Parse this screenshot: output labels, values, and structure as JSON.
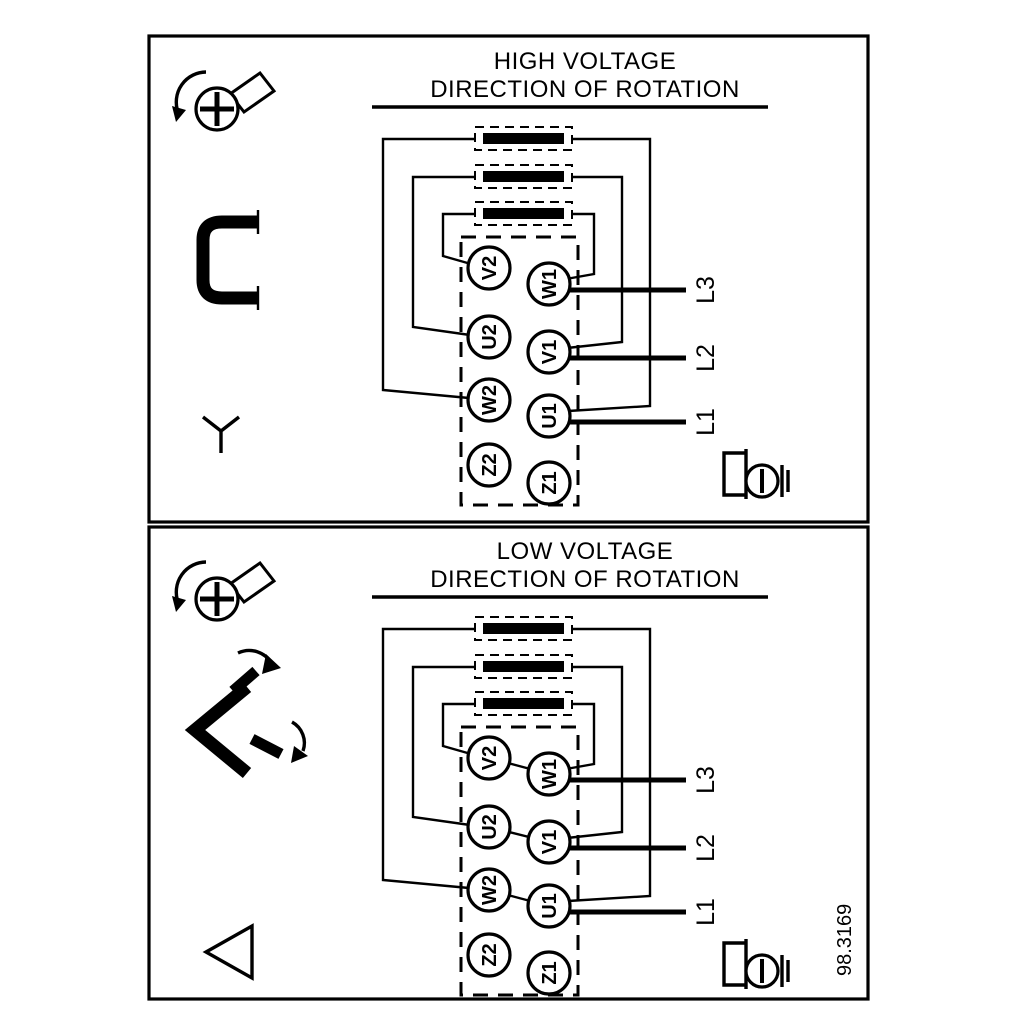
{
  "figure_number": "98.3169",
  "colors": {
    "ink": "#000000",
    "background": "#ffffff"
  },
  "panels": [
    {
      "title_line1": "HIGH VOLTAGE",
      "title_line2": "DIRECTION OF ROTATION",
      "connection_symbol": "star",
      "icons": [
        "screw-rotation-icon",
        "jumper-bracket-icon",
        "star-icon",
        "ground-terminal-icon"
      ],
      "jumper_bars": 3,
      "terminals": {
        "left": [
          "V2",
          "U2",
          "W2",
          "Z2"
        ],
        "right": [
          "W1",
          "V1",
          "U1",
          "Z1"
        ]
      },
      "supply_lines": [
        "L3",
        "L2",
        "L1"
      ]
    },
    {
      "title_line1": "LOW VOLTAGE",
      "title_line2": "DIRECTION OF ROTATION",
      "connection_symbol": "delta",
      "icons": [
        "screw-rotation-icon",
        "delta-jumper-icon",
        "delta-icon",
        "ground-terminal-icon"
      ],
      "jumper_bars": 3,
      "terminals": {
        "left": [
          "V2",
          "U2",
          "W2",
          "Z2"
        ],
        "right": [
          "W1",
          "V1",
          "U1",
          "Z1"
        ]
      },
      "supply_lines": [
        "L3",
        "L2",
        "L1"
      ]
    }
  ]
}
